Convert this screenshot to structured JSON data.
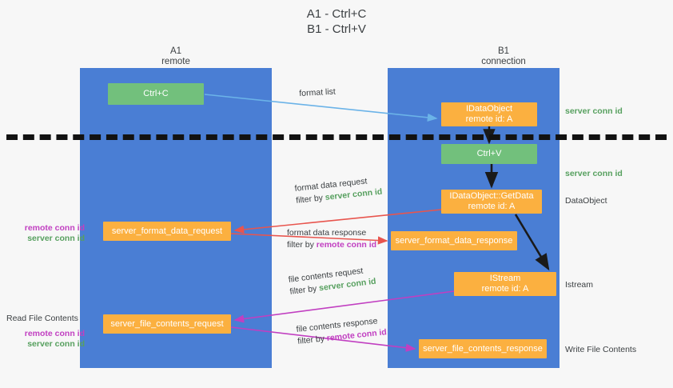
{
  "title": {
    "line1": "A1 - Ctrl+C",
    "line2": "B1 - Ctrl+V"
  },
  "columns": [
    {
      "name": "A1",
      "sub": "remote"
    },
    {
      "name": "B1",
      "sub": "connection"
    }
  ],
  "nodes": {
    "ctrl_c": "Ctrl+C",
    "idataobject_title": "IDataObject",
    "idataobject_sub": "remote id: A",
    "ctrl_v": "Ctrl+V",
    "getdata_title": "IDataObject::GetData",
    "getdata_sub": "remote id: A",
    "istream_title": "IStream",
    "istream_sub": "remote id: A",
    "server_format_data_request": "server_format_data_request",
    "server_format_data_response": "server_format_data_response",
    "server_file_contents_request": "server_file_contents_request",
    "server_file_contents_response": "server_file_contents_response"
  },
  "edges": {
    "format_list": "format list",
    "format_data_request": "format data request",
    "format_data_response": "format data response",
    "file_contents_request": "file contents request",
    "file_contents_response": "file contents response",
    "filter_by": "filter by",
    "server_conn_id": "server conn id",
    "remote_conn_id": "remote conn id"
  },
  "side_labels": {
    "server_conn_id_top": "server conn id",
    "server_conn_id_mid": "server conn id",
    "dataobject": "DataObject",
    "istream": "Istream",
    "write_file_contents": "Write File Contents",
    "read_file_contents": "Read File Contents",
    "remote_conn_id": "remote conn id",
    "server_conn_id": "server conn id"
  },
  "colors": {
    "lane": "#4a7ed4",
    "green_node": "#72c07c",
    "orange_node": "#fbb040",
    "green_text": "#57a05f",
    "magenta_text": "#c13fc1",
    "arrow_blue": "#6bb3e8",
    "arrow_red": "#e8554e",
    "arrow_magenta": "#c13fc1",
    "arrow_black": "#1a1a1a",
    "background": "#f7f7f7"
  }
}
